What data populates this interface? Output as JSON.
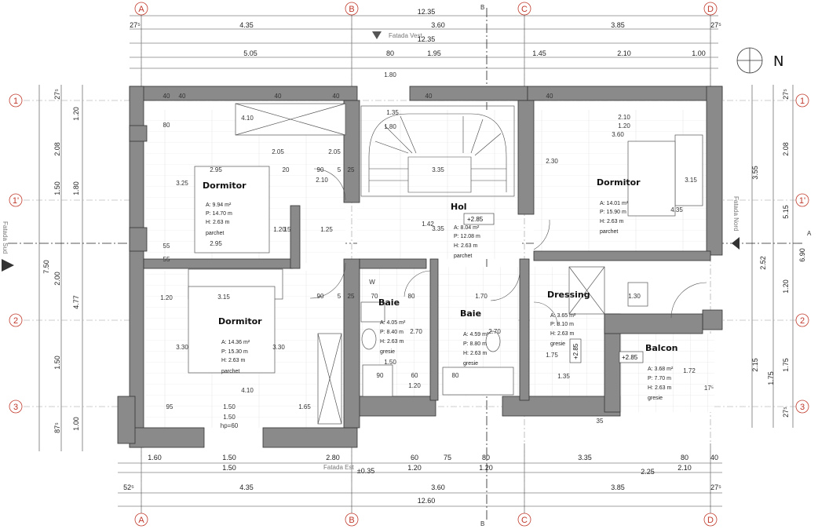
{
  "axes": {
    "letters": [
      "A",
      "B",
      "C",
      "D"
    ],
    "numbers": [
      "1",
      "1'",
      "2",
      "3"
    ],
    "section_mark_top": "B",
    "section_mark_right": "A"
  },
  "facades": {
    "north": "Fatada Nord",
    "south": "Fatada Sud",
    "east": "Fatada Est",
    "west": "Fatada Vest"
  },
  "compass": "N",
  "top_dims": {
    "total": "12.35",
    "row1": [
      "27⁵",
      "4.35",
      "3.60",
      "3.85",
      "27⁵"
    ],
    "total2": "12.35",
    "row2": [
      "5.05",
      "80",
      "1.95",
      "1.45",
      "2.10",
      "1.00"
    ]
  },
  "bottom_dims": {
    "row1": [
      "1.60",
      "1.50",
      "2.80",
      "60",
      "75",
      "80",
      "3.35",
      "80",
      "40"
    ],
    "row2": [
      "1.50",
      "1.20",
      "1.20",
      "2.25",
      "2.10"
    ],
    "row3": [
      "52⁵",
      "4.35",
      "3.60",
      "3.85",
      "27⁵"
    ],
    "total": "12.60",
    "level": "±0.35"
  },
  "left_dims": {
    "outer": [
      "27⁵",
      "2.08",
      "1.50",
      "2.00",
      "1.50",
      "87⁵"
    ],
    "inner": [
      "1.20",
      "1.80",
      "4.77",
      "1.00"
    ],
    "total": "7.50"
  },
  "right_dims": {
    "outer": [
      "27⁵",
      "2.08",
      "5.15",
      "1.20",
      "1.75",
      "27⁵"
    ],
    "inner": [
      "3.55",
      "2.52",
      "2.15",
      "1.75"
    ],
    "total": "6.90"
  },
  "rooms": [
    {
      "name": "Dormitor",
      "a": "A: 9.94 m²",
      "p": "P: 14.70 m",
      "h": "H: 2.63 m",
      "f": "parchet"
    },
    {
      "name": "Dormitor",
      "a": "A: 14.36 m²",
      "p": "P: 15.30 m",
      "h": "H: 2.63 m",
      "f": "parchet"
    },
    {
      "name": "Hol",
      "a": "A: 8.04 m²",
      "p": "P: 12.08 m",
      "h": "H: 2.63 m",
      "f": "parchet"
    },
    {
      "name": "Dormitor",
      "a": "A: 14.01 m²",
      "p": "P: 15.90 m",
      "h": "H: 2.63 m",
      "f": "parchet"
    },
    {
      "name": "Baie",
      "a": "A: 4.05 m²",
      "p": "P: 8.40 m",
      "h": "H: 2.63 m",
      "f": "gresie"
    },
    {
      "name": "Baie",
      "a": "A: 4.59 m²",
      "p": "P: 8.80 m",
      "h": "H: 2.63 m",
      "f": "gresie"
    },
    {
      "name": "Dressing",
      "a": "A: 3.65 m²",
      "p": "P: 8.10 m",
      "h": "H: 2.63 m",
      "f": "gresie"
    },
    {
      "name": "Balcon",
      "a": "A: 3.68 m²",
      "p": "P: 7.70 m",
      "h": "H: 2.63 m",
      "f": "gresie"
    }
  ],
  "levels": [
    "+2.85",
    "+2.85",
    "+2.85"
  ],
  "inner_dims": [
    "40",
    "40",
    "40",
    "40",
    "40",
    "40",
    "4.10",
    "80",
    "2.05",
    "2.05",
    "2.95",
    "3.25",
    "20",
    "90",
    "5",
    "25",
    "2.10",
    "2.95",
    "1.25",
    "1.20",
    "15",
    "55",
    "55",
    "3.15",
    "3.30",
    "3.30",
    "1.20",
    "90",
    "5",
    "25",
    "4.10",
    "95",
    "1.50",
    "1.50",
    "1.65",
    "3.35",
    "3.35",
    "1.42",
    "1.80",
    "1.80",
    "2.10",
    "1.20",
    "3.60",
    "3.15",
    "4.35",
    "2.30",
    "70",
    "80",
    "2.70",
    "1.50",
    "60",
    "90",
    "1.20",
    "1.70",
    "80",
    "2.70",
    "1.35",
    "1.75",
    "1.30",
    "35",
    "1.72",
    "17⁵",
    "W",
    "hp=60",
    "1.35"
  ]
}
